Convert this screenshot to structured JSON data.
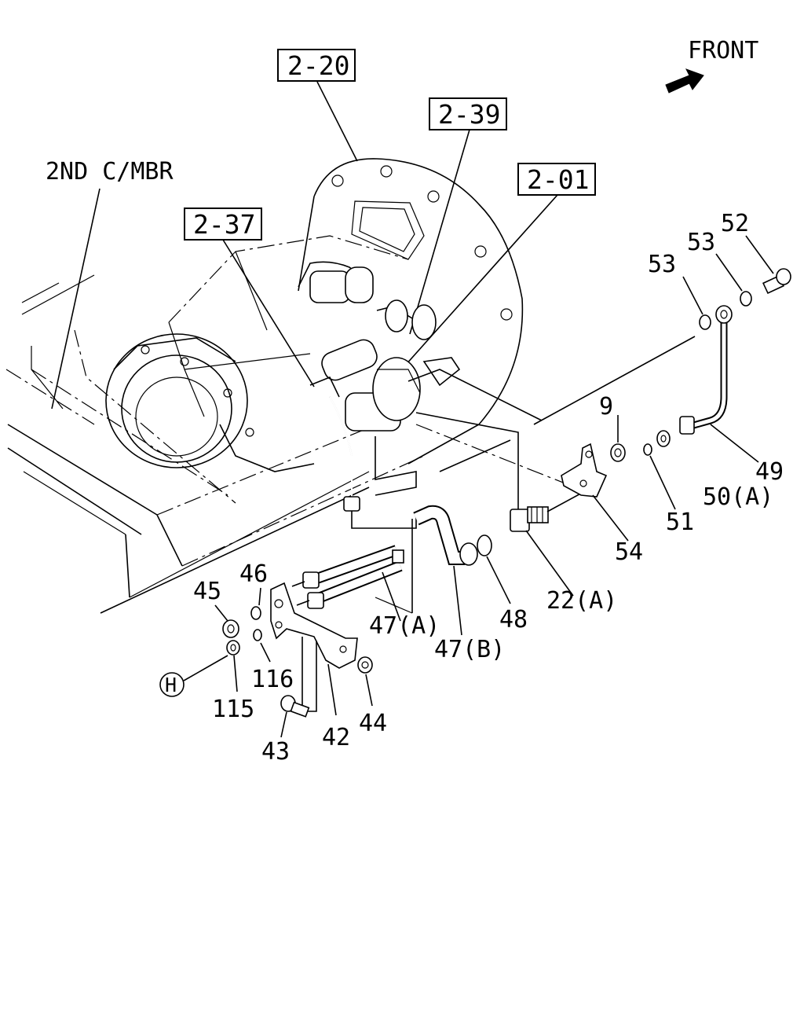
{
  "diagram": {
    "front_label": "FRONT",
    "member_label": "2ND C/MBR",
    "reference_boxes": [
      "2-20",
      "2-39",
      "2-01",
      "2-37"
    ],
    "callouts": {
      "c52": "52",
      "c53a": "53",
      "c53b": "53",
      "c9": "9",
      "c49": "49",
      "c50": "50(A)",
      "c51": "51",
      "c54": "54",
      "c22": "22(A)",
      "c48": "48",
      "c47a": "47(A)",
      "c47b": "47(B)",
      "c46": "46",
      "c45": "45",
      "c116": "116",
      "c115": "115",
      "c44": "44",
      "c42": "42",
      "c43": "43",
      "cH": "H"
    },
    "icons": [
      "front-arrow-icon"
    ]
  }
}
